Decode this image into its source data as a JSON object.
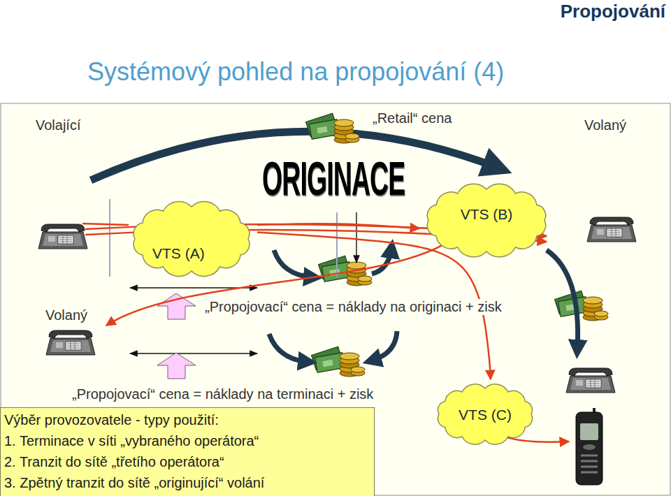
{
  "diagram": {
    "title": "Systémový pohled na propojování (4)",
    "nodes": [
      {
        "text": [
          "VTS (A)"
        ]
      },
      {
        "text": [
          "VTS (B)"
        ]
      },
      {
        "text": [
          "VTS (C)"
        ]
      },
      {
        "text": [
          "Výběr provozovatele - typy použití:",
          "1. Terminace v síti „vybraného operátora“",
          "2. Tranzit do sítě „třetího operátora“",
          "3. Zpětný tranzit do sítě „originující“ volání"
        ]
      }
    ],
    "edges": [
      {
        "from": 0,
        "to": 1,
        "arrow": "to"
      },
      {
        "from": 0,
        "to": 2,
        "arrow": "to"
      }
    ],
    "labels": [
      "Propojování",
      "Volající",
      "„Retail“ cena",
      "Volaný",
      "ORIGINACE",
      "Volaný",
      "„Propojovací“ cena = náklady na originaci + zisk",
      "„Propojovací“ cena = náklady na terminaci + zisk"
    ]
  }
}
